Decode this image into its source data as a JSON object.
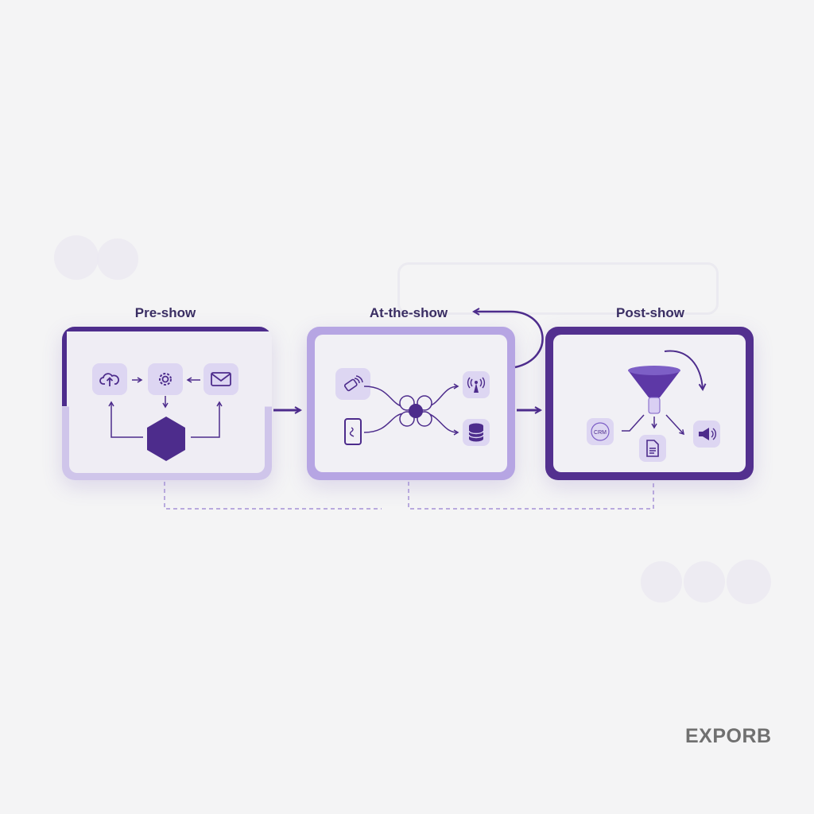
{
  "stages": {
    "pre": {
      "label": "Pre-show"
    },
    "at": {
      "label": "At-the-show"
    },
    "post": {
      "label": "Post-show",
      "crm_badge": "CRM"
    }
  },
  "brand": {
    "name": "EXPORB"
  },
  "colors": {
    "primary": "#4d2c8c",
    "accent": "#7d5fc6",
    "light": "#ddd6f2",
    "background": "#f4f4f5"
  },
  "icons": {
    "pre": [
      "cloud-upload-icon",
      "gear-icon",
      "envelope-icon",
      "hexagon-icon"
    ],
    "at": [
      "badge-scan-icon",
      "tablet-icon",
      "hub-icon",
      "radio-tower-icon",
      "database-icon"
    ],
    "post": [
      "funnel-icon",
      "crm-icon",
      "document-icon",
      "megaphone-icon"
    ]
  }
}
